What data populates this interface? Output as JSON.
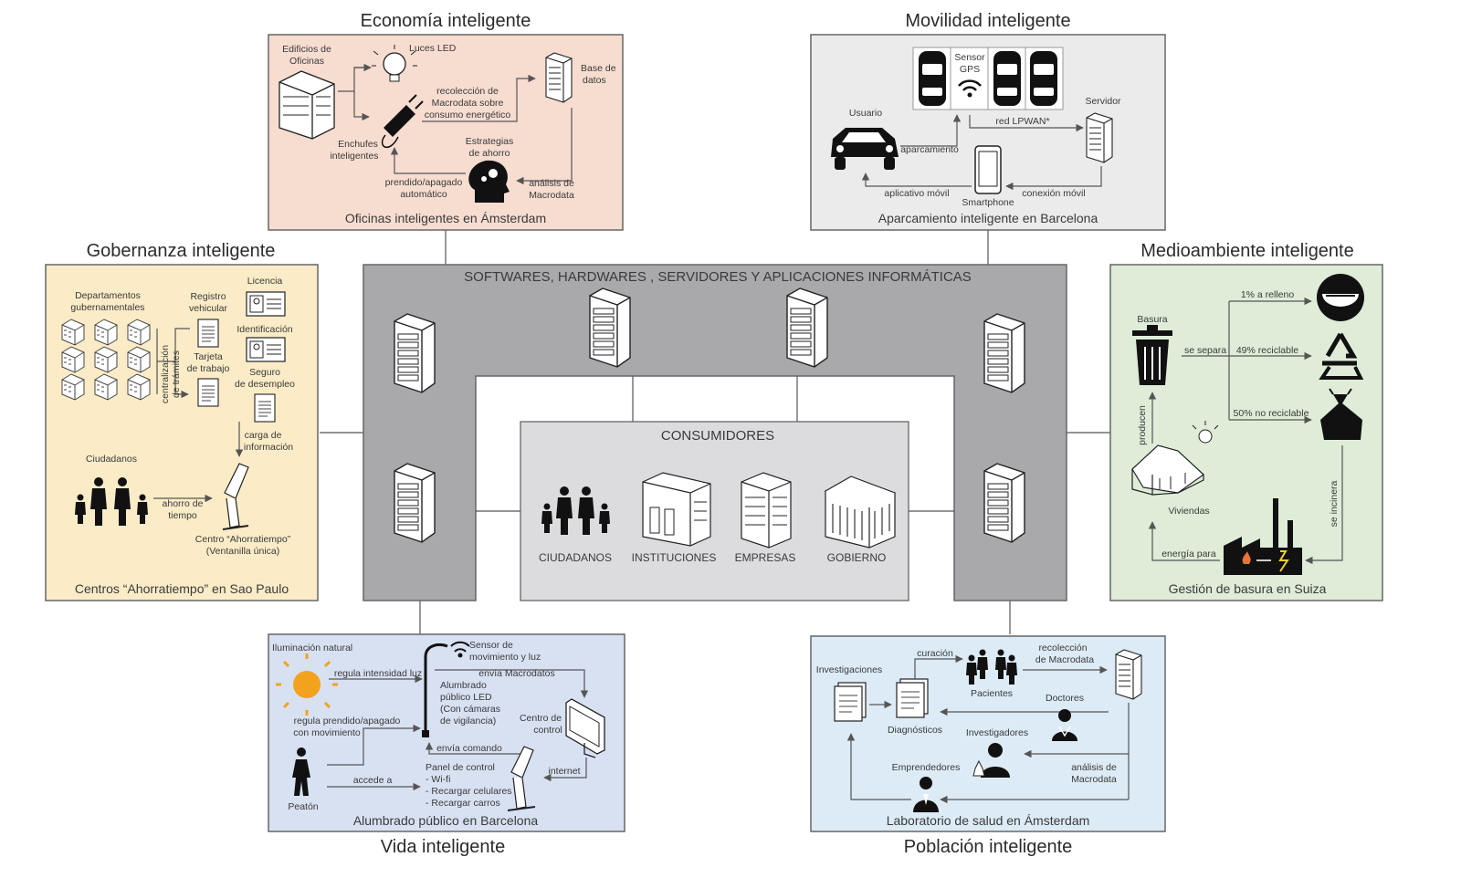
{
  "center": {
    "frame_title": "SOFTWARES, HARDWARES , SERVIDORES Y APLICACIONES INFORMÁTICAS",
    "consumers_title": "CONSUMIDORES",
    "consumers": [
      "CIUDADANOS",
      "INSTITUCIONES",
      "EMPRESAS",
      "GOBIERNO"
    ],
    "colors": {
      "frame": "#a9a9ab",
      "consumers_bg": "#dcdcde"
    }
  },
  "economia": {
    "heading": "Economía inteligente",
    "caption": "Oficinas inteligentes en Ámsterdam",
    "color": "#f7dcd0",
    "labels": {
      "edificios_1": "Edificios de",
      "edificios_2": "Oficinas",
      "luces": "Luces LED",
      "enchufes_1": "Enchufes",
      "enchufes_2": "inteligentes",
      "recoleccion_1": "recolección de",
      "recoleccion_2": "Macrodata sobre",
      "recoleccion_3": "consumo energético",
      "base_1": "Base de",
      "base_2": "datos",
      "estrategias_1": "Estrategias",
      "estrategias_2": "de ahorro",
      "prendido_1": "prendido/apagado",
      "prendido_2": "automático",
      "analisis_1": "análisis de",
      "analisis_2": "Macrodata"
    }
  },
  "movilidad": {
    "heading": "Movilidad inteligente",
    "caption": "Aparcamiento inteligente en Barcelona",
    "color": "#ebebeb",
    "labels": {
      "sensor_1": "Sensor",
      "sensor_2": "GPS",
      "usuario": "Usuario",
      "servidor": "Servidor",
      "red": "red LPWAN*",
      "aparcamiento": "aparcamiento",
      "aplicativo": "aplicativo móvil",
      "conexion": "conexión móvil",
      "smartphone": "Smartphone"
    }
  },
  "gobernanza": {
    "heading": "Gobernanza inteligente",
    "caption": "Centros “Ahorratiempo” en Sao Paulo",
    "color": "#fbecc7",
    "labels": {
      "departamentos_1": "Departamentos",
      "departamentos_2": "gubernamentales",
      "centralizacion_1": "centralización",
      "centralizacion_2": "de trámites",
      "licencia": "Licencia",
      "registro_1": "Registro",
      "registro_2": "vehicular",
      "identificacion": "Identificación",
      "tarjeta_1": "Tarjeta",
      "tarjeta_2": "de trabajo",
      "seguro_1": "Seguro",
      "seguro_2": "de desempleo",
      "carga_1": "carga de",
      "carga_2": "información",
      "ciudadanos": "Ciudadanos",
      "ahorro_1": "ahorro de",
      "ahorro_2": "tiempo",
      "centro_1": "Centro “Ahorratiempo”",
      "centro_2": "(Ventanilla única)"
    }
  },
  "medioambiente": {
    "heading": "Medioambiente inteligente",
    "caption": "Gestión de basura en Suiza",
    "color": "#deecd8",
    "labels": {
      "basura": "Basura",
      "separa": "se separa",
      "relleno": "1% a relleno",
      "reciclable": "49% reciclable",
      "no_reciclable": "50% no reciclable",
      "producen": "producen",
      "viviendas": "Viviendas",
      "incinera": "se incinera",
      "energia": "energía para"
    }
  },
  "vida": {
    "heading": "Vida inteligente",
    "caption": "Alumbrado público en Barcelona",
    "color": "#d8e1f2",
    "labels": {
      "iluminacion": "Iluminación natural",
      "regula_luz": "regula intensidad luz",
      "sensor_1": "Sensor de",
      "sensor_2": "movimiento y luz",
      "envia_macro": "envía Macrodatos",
      "alumbrado_1": "Alumbrado",
      "alumbrado_2": "público LED",
      "alumbrado_3": "(Con cámaras",
      "alumbrado_4": "de vigilancia)",
      "centro_1": "Centro de",
      "centro_2": "control",
      "regula_prendido_1": "regula prendido/apagado",
      "regula_prendido_2": "con movimiento",
      "envia_comando": "envía comando",
      "panel_1": "Panel de control",
      "panel_2": "- Wi-fi",
      "panel_3": "- Recargar celulares",
      "panel_4": "- Recargar carros",
      "accede": "accede a",
      "internet": "internet",
      "peaton": "Peatón"
    }
  },
  "poblacion": {
    "heading": "Población inteligente",
    "caption": "Laboratorio de salud en Ámsterdam",
    "color": "#dcebf6",
    "labels": {
      "investigaciones": "Investigaciones",
      "curacion": "curación",
      "pacientes": "Pacientes",
      "recoleccion_1": "recolección",
      "recoleccion_2": "de Macrodata",
      "diagnosticos": "Diagnósticos",
      "doctores": "Doctores",
      "investigadores": "Investigadores",
      "emprendedores": "Emprendedores",
      "analisis_1": "análisis de",
      "analisis_2": "Macrodata"
    }
  }
}
